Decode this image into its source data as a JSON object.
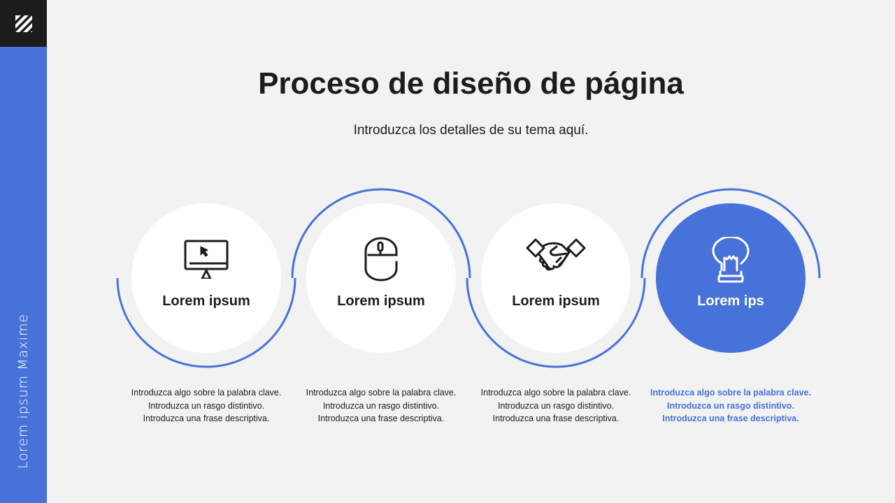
{
  "sidebar": {
    "vertical_text": "Lorem ipsum Maxime",
    "logo_icon": "striped-square-logo-icon"
  },
  "header": {
    "title": "Proceso de diseño de página",
    "subtitle": "Introduzca los detalles de su tema aquí."
  },
  "colors": {
    "accent": "#4672d9",
    "dark": "#1c1c1c",
    "background": "#f2f2f3",
    "circle": "#ffffff"
  },
  "steps": [
    {
      "icon": "monitor-cursor-icon",
      "label": "Lorem ipsum",
      "lines": [
        "Introduzca algo sobre la palabra clave.",
        "Introduzca un rasgo distintivo.",
        "Introduzca una frase descriptiva."
      ]
    },
    {
      "icon": "computer-mouse-icon",
      "label": "Lorem ipsum",
      "lines": [
        "Introduzca algo sobre la palabra clave.",
        "Introduzca un rasgo distintivo.",
        "Introduzca una frase descriptiva."
      ]
    },
    {
      "icon": "handshake-icon",
      "label": "Lorem ipsum",
      "lines": [
        "Introduzca algo sobre la palabra clave.",
        "Introduzca un rasgo distintivo.",
        "Introduzca una frase descriptiva."
      ]
    },
    {
      "icon": "lightbulb-icon",
      "label": "Lorem ips",
      "lines": [
        "Introduzca algo sobre la palabra clave.",
        "Introduzca un rasgo distintivo.",
        "Introduzca una frase descriptiva."
      ]
    }
  ]
}
